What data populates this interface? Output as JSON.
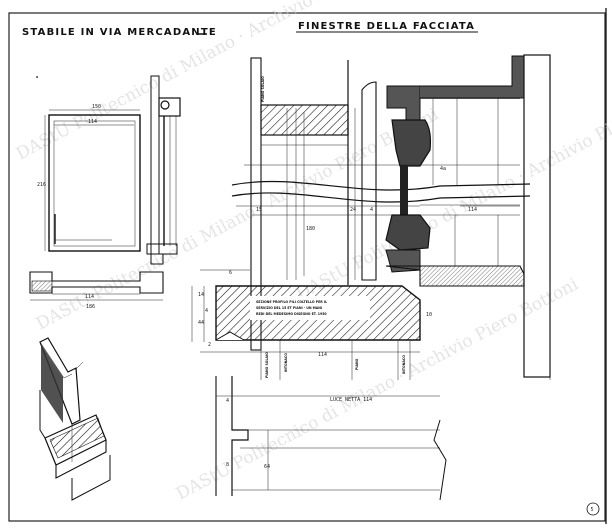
{
  "title_left": "STABILE IN VIA MERCADANTE",
  "title_right": "FINESTRE DELLA FACCIATA",
  "page_number": "5",
  "watermark": "DAStU Politecnico di Milano · Archivio Piero Bottoni",
  "small_mark": "a",
  "section_note": [
    "SEZIONE PROFILO PILI COLTELLO PER IL",
    "SERVIZIO DEL 15 ET PIANI - UN MANI",
    "REDI DEL MEDESIMO DISEGNO ET. 1950"
  ],
  "vertical_labels": {
    "upper": "PIANO SOLAIO",
    "bottom": [
      "PIANO SOLAIO",
      "INTONACO",
      "PIANO",
      "INTONACO"
    ]
  },
  "dims_elevation": {
    "top_a": "150",
    "top_b": "114",
    "left": "216",
    "bottom": "186",
    "plan_a": "114"
  },
  "dims_section": {
    "top": "4a",
    "mid_left": "15",
    "mid_a": "24",
    "mid_b": "4",
    "right": "114",
    "tall": "180",
    "left_a": "6",
    "left_b": "14",
    "left_c": "44",
    "left_d": "4",
    "bottom": "114",
    "small_2": "2",
    "right_c": "10"
  },
  "dims_bottom": {
    "label": "LUCE NETTA 114",
    "left": "4",
    "a": "8",
    "b": "64"
  }
}
